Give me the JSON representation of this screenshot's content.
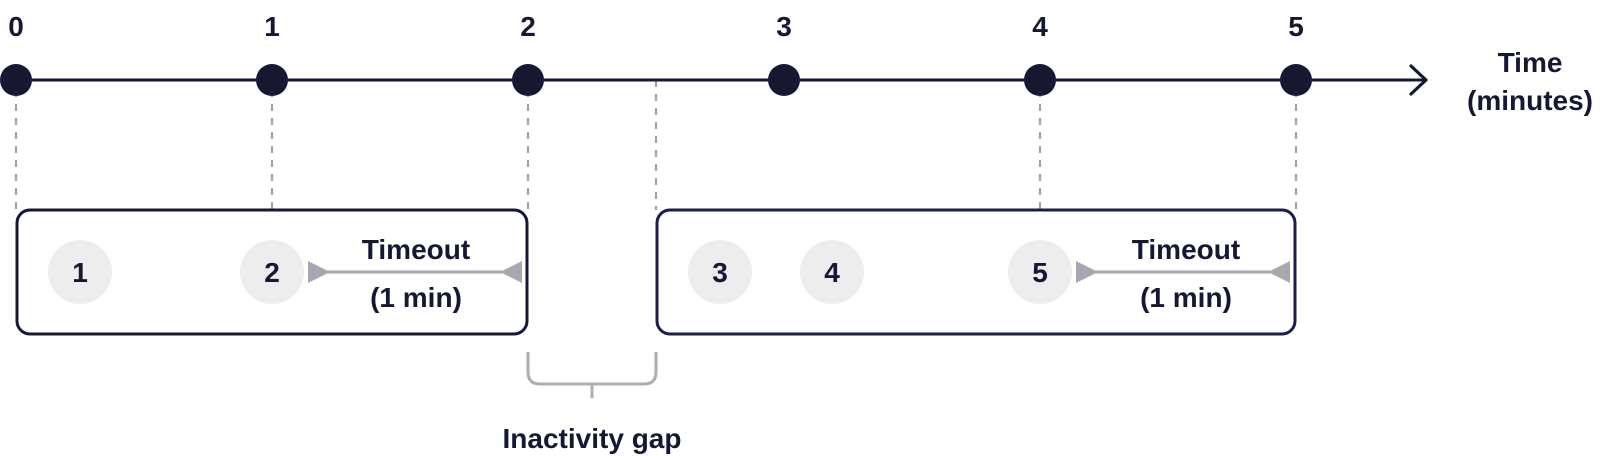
{
  "colors": {
    "ink": "#141833",
    "dashed": "#a3a2ab",
    "event_fill": "#ededef",
    "timeout_arrow": "#a8a7b0",
    "gap_bracket": "#aeadb5",
    "session2_border": "#1c1f49"
  },
  "axis": {
    "ticks": [
      "0",
      "1",
      "2",
      "3",
      "4",
      "5"
    ],
    "label_line1": "Time",
    "label_line2": "(minutes)",
    "arrow_icon": "arrow-right-icon"
  },
  "session1": {
    "events": [
      "1",
      "2"
    ],
    "timeout_line1": "Timeout",
    "timeout_line2": "(1 min)"
  },
  "session2": {
    "events": [
      "3",
      "4",
      "5"
    ],
    "timeout_line1": "Timeout",
    "timeout_line2": "(1 min)"
  },
  "gap": {
    "label": "Inactivity gap"
  }
}
